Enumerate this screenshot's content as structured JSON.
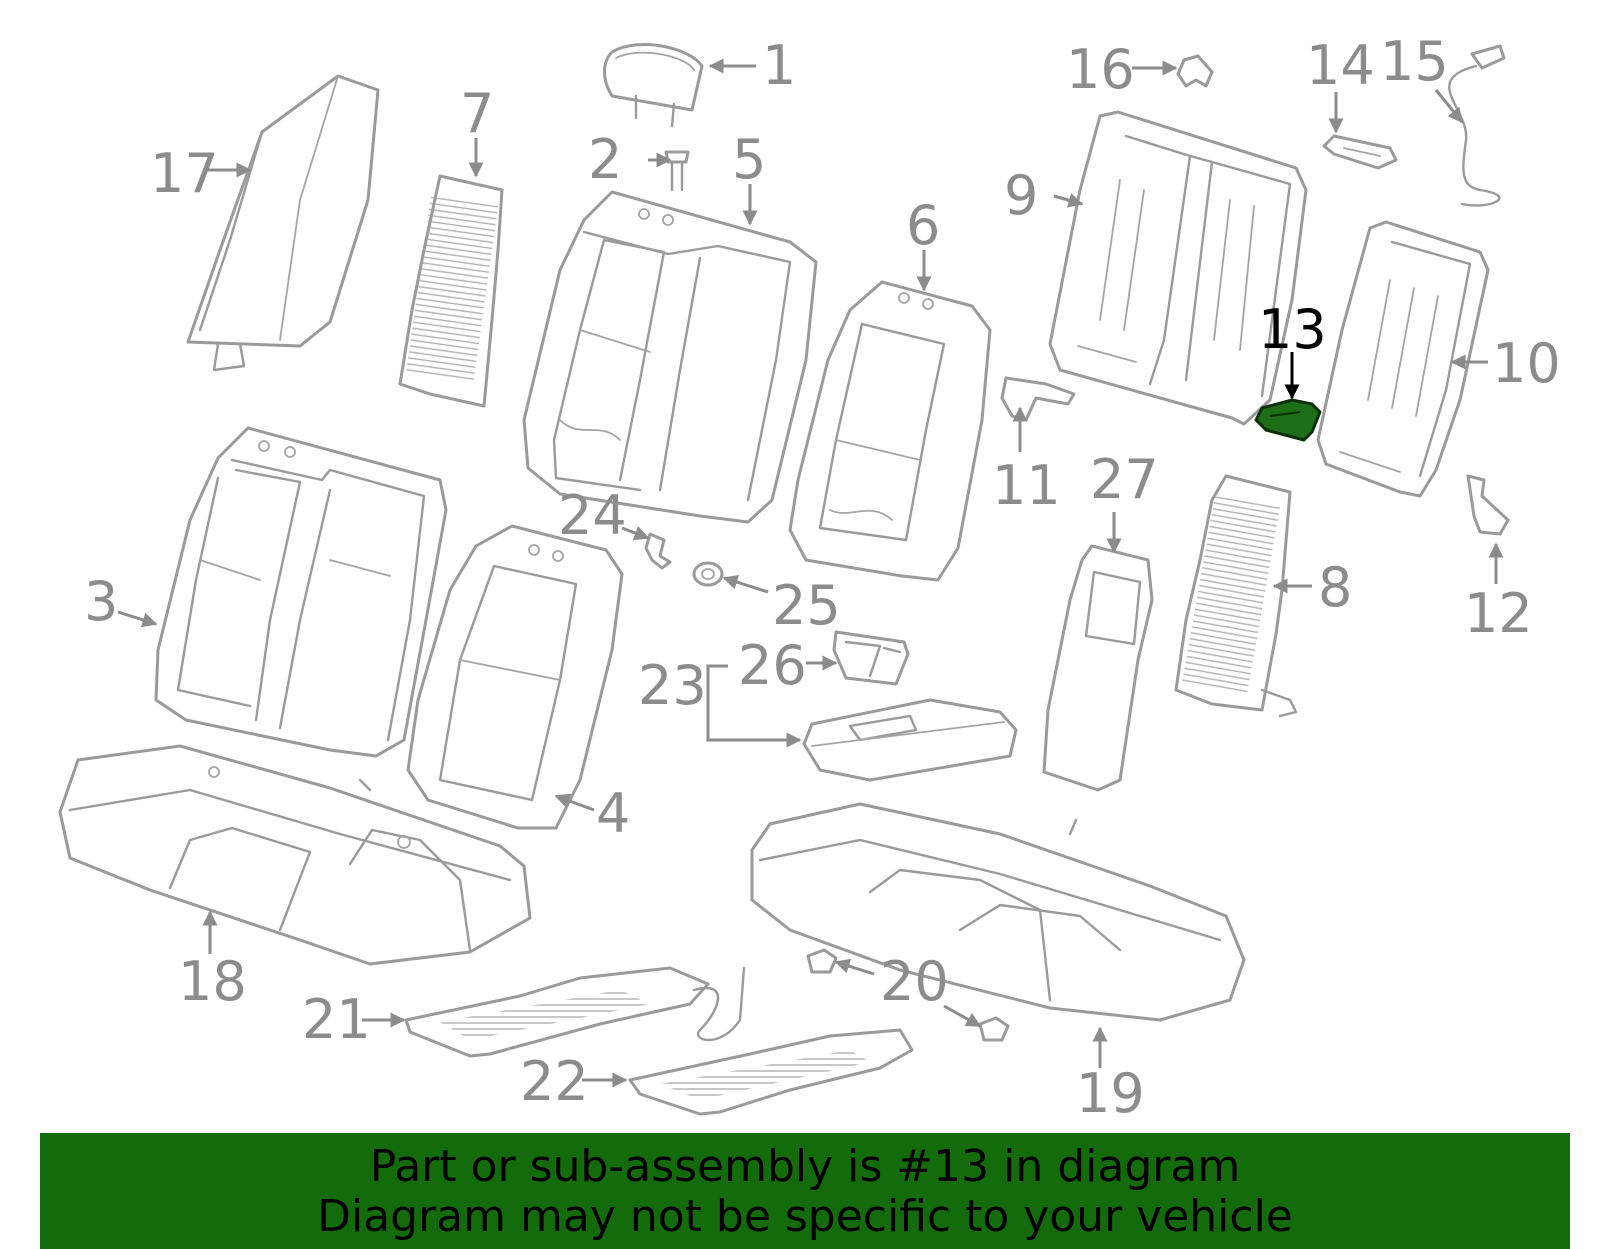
{
  "highlight": {
    "part": "13",
    "color": "#146b0c"
  },
  "labels": {
    "p1": "1",
    "p2": "2",
    "p3": "3",
    "p4": "4",
    "p5": "5",
    "p6": "6",
    "p7": "7",
    "p8": "8",
    "p9": "9",
    "p10": "10",
    "p11": "11",
    "p12": "12",
    "p13": "13",
    "p14": "14",
    "p15": "15",
    "p16": "16",
    "p17": "17",
    "p18": "18",
    "p19": "19",
    "p20": "20",
    "p21": "21",
    "p22": "22",
    "p23": "23",
    "p24": "24",
    "p25": "25",
    "p26": "26",
    "p27": "27"
  },
  "banner": {
    "line1": "Part or sub-assembly is #13 in diagram",
    "line2": "Diagram may not be specific to your vehicle"
  }
}
